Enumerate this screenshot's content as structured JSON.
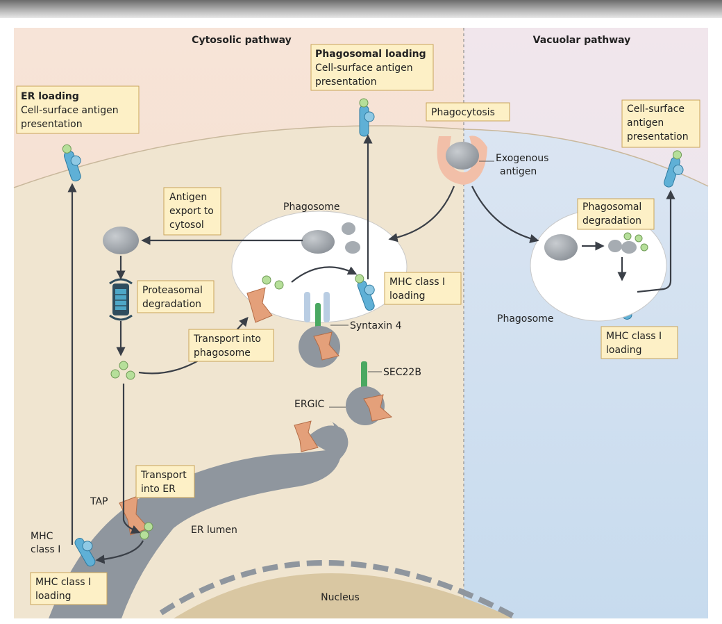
{
  "headers": {
    "cytosolic": "Cytosolic pathway",
    "vacuolar": "Vacuolar pathway"
  },
  "boxes": {
    "er_loading": {
      "title": "ER loading",
      "lines": [
        "Cell-surface antigen",
        "presentation"
      ]
    },
    "phagosomal_loading": {
      "title": "Phagosomal loading",
      "lines": [
        "Cell-surface antigen",
        "presentation"
      ]
    },
    "phagocytosis": {
      "lines": [
        "Phagocytosis"
      ]
    },
    "cell_surface_right": {
      "lines": [
        "Cell-surface",
        "antigen",
        "presentation"
      ]
    },
    "antigen_export": {
      "lines": [
        "Antigen",
        "export to",
        "cytosol"
      ]
    },
    "proteasomal": {
      "lines": [
        "Proteasomal",
        "degradation"
      ]
    },
    "mhc_loading_phagosome": {
      "lines": [
        "MHC class I",
        "loading"
      ]
    },
    "transport_phagosome": {
      "lines": [
        "Transport into",
        "phagosome"
      ]
    },
    "phagosomal_degradation": {
      "lines": [
        "Phagosomal",
        "degradation"
      ]
    },
    "mhc_loading_right": {
      "lines": [
        "MHC class I",
        "loading"
      ]
    },
    "transport_er": {
      "lines": [
        "Transport",
        "into ER"
      ]
    },
    "mhc_loading_er": {
      "lines": [
        "MHC class I",
        "loading"
      ]
    }
  },
  "labels": {
    "exogenous": [
      "Exogenous",
      "antigen"
    ],
    "phagosome_left": "Phagosome",
    "phagosome_right": "Phagosome",
    "syntaxin": "Syntaxin 4",
    "sec22b": "SEC22B",
    "ergic": "ERGIC",
    "tap": "TAP",
    "er_lumen": "ER lumen",
    "mhc_class_i": [
      "MHC",
      "class I"
    ],
    "nucleus": "Nucleus"
  },
  "colors": {
    "cytosol": "#f1e6d2",
    "vacuolar_bg": "#dce6f2",
    "phagosome": "#ffffff",
    "er": "#8f969e",
    "antigen": "#9aa0a6",
    "peptide": "#b6df9a",
    "mhc": "#5fb0d6",
    "transporter": "#e4a07a",
    "box_fill": "#fdf0c6",
    "box_stroke": "#c9a45a",
    "arrow": "#3a3f47"
  }
}
